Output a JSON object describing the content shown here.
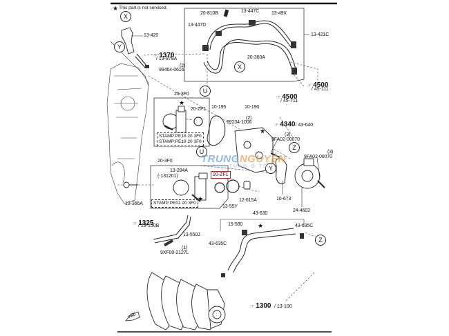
{
  "note": {
    "star_text": "This part is not serviced."
  },
  "circles": {
    "x_top": "X",
    "y_left": "Y",
    "x_hose": "X",
    "u_top": "U",
    "u_mid": "U",
    "z_right": "Z",
    "y_right": "Y",
    "z_lower": "Z"
  },
  "labels": {
    "p13_420": "13-420",
    "p20_810B": "20-810B",
    "p13_447C": "13-447C",
    "p13_49X": "13-49X",
    "p13_447D": "13-447D",
    "p13_421C": "13-421C",
    "p20_360A": "20-360A",
    "p99464_qty": "(2)",
    "p99464": "99464-0616",
    "p20_3F0_a": "20-3F0",
    "p20_ZF1_a": "20-ZF1",
    "p10_195": "10-195",
    "p10_190": "10-190",
    "p99234_qty": "(2)",
    "p99234": "99234-1006",
    "stamp_a1": "STAMP:PE18 20 3F0",
    "stamp_a2": "STAMP:PE19 20 3F0",
    "p20_3F0_b": "20-3F0",
    "p13_284A": "13-284A",
    "p131201": "(-131201)",
    "p20_ZF1_b": "20-ZF1",
    "stamp_b": "STAMP:PE01 20 3F0",
    "p13_366A": "13-366A",
    "p12_615A": "12-615A",
    "p13_55Y": "13-55Y",
    "p9FA02_a_qty": "(3)",
    "p9FA02_a": "9FA02-00070",
    "p9FA02_b_qty": "(3)",
    "p9FA02_b": "9FA02-00070",
    "p10_673": "10-673",
    "p24_4602": "24-4602",
    "p43_630": "43-630",
    "p15_580": "15-580",
    "p43_635C_a": "43-635C",
    "p43_635C_b": "43-635C",
    "p13_550J": "13-550J",
    "p9XF00_qty": "(1)",
    "p9XF00": "9XF00-2127L"
  },
  "refs": {
    "r1370": {
      "num": "1370",
      "sub": "/ 13-978A"
    },
    "r4500a": {
      "num": "4500",
      "sub": "/ 45-111"
    },
    "r4500b": {
      "num": "4500",
      "sub": "/ 45-711"
    },
    "r4340": {
      "num": "4340",
      "sub": "/ 43-640"
    },
    "r1325": {
      "num": "1325",
      "sub": "/ 13-150B"
    },
    "r1300": {
      "num": "1300",
      "sub": "/ 13-100"
    }
  },
  "fwd": "FWD",
  "watermark": {
    "brand_a": "TRUNG",
    "brand_b": "NGUYÊN",
    "sub": "PHỤ TÙNG Ô TÔ"
  },
  "colors": {
    "highlight": "#e01818",
    "watermark_blue": "#6fa3d8",
    "watermark_orange": "#f0a050"
  }
}
